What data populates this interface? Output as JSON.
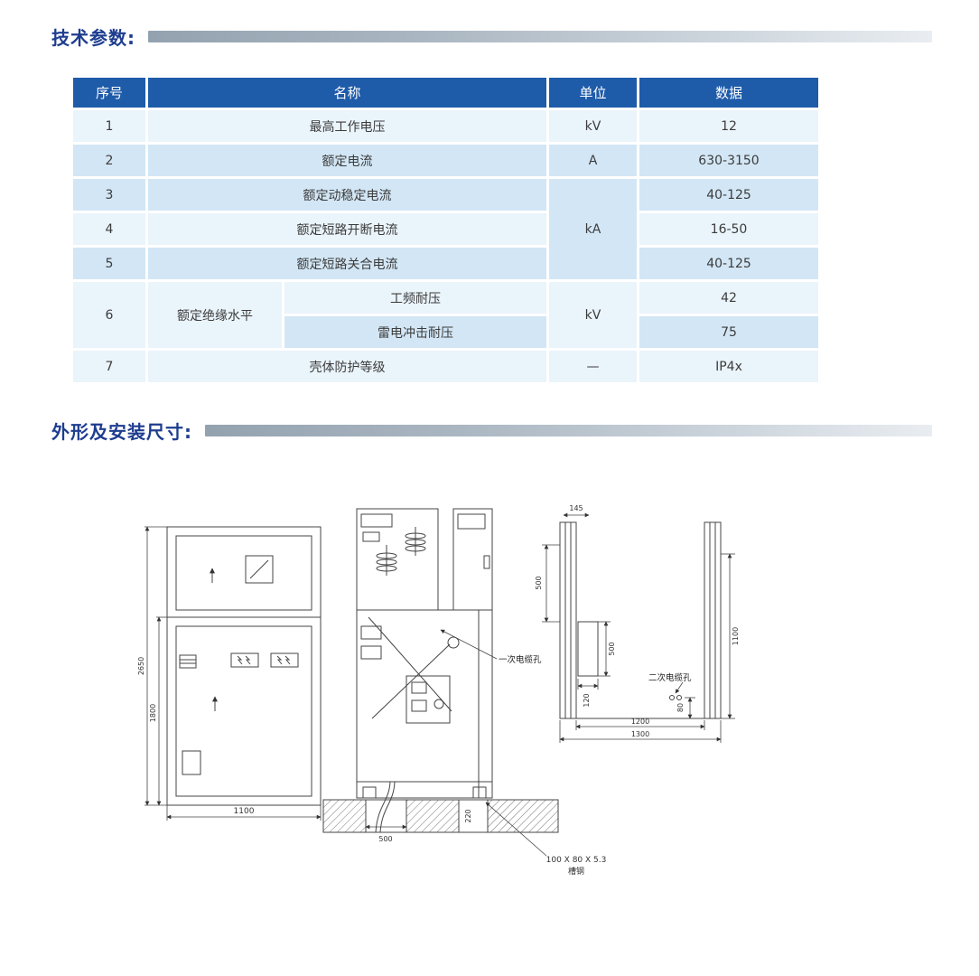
{
  "page": {
    "section1_title": "技术参数:",
    "section2_title": "外形及安装尺寸:"
  },
  "table": {
    "headers": {
      "no": "序号",
      "name": "名称",
      "unit": "单位",
      "data": "数据"
    },
    "rows": {
      "r1": {
        "no": "1",
        "name": "最高工作电压",
        "unit": "kV",
        "data": "12"
      },
      "r2": {
        "no": "2",
        "name": "额定电流",
        "unit": "A",
        "data": "630-3150"
      },
      "r3": {
        "no": "3",
        "name": "额定动稳定电流",
        "unit": "kA",
        "data": "40-125"
      },
      "r4": {
        "no": "4",
        "name": "额定短路开断电流",
        "data": "16-50"
      },
      "r5": {
        "no": "5",
        "name": "额定短路关合电流",
        "data": "40-125"
      },
      "r6": {
        "no": "6",
        "name": "额定绝缘水平",
        "sub1": "工频耐压",
        "sub2": "雷电冲击耐压",
        "unit": "kV",
        "data1": "42",
        "data2": "75"
      },
      "r7": {
        "no": "7",
        "name": "壳体防护等级",
        "unit": "—",
        "data": "IP4x"
      }
    }
  },
  "drawing": {
    "front": {
      "dim_total_height": "2650",
      "dim_lower_height": "1800",
      "dim_width": "1100"
    },
    "side": {
      "dim_trench_width": "500",
      "dim_trench2": "220"
    },
    "plan": {
      "dim_offset": "145",
      "dim_left": "500",
      "dim_hole_height": "500",
      "dim_hole_width": "120",
      "dim_depth": "1100",
      "dim_inner": "1200",
      "dim_outer": "1300",
      "dim_small": "80",
      "primary_hole_label": "一次电缆孔",
      "secondary_hole_label": "二次电缆孔"
    },
    "channel_note_line1": "100 X 80 X 5.3",
    "channel_note_line2": "槽钢"
  },
  "colors": {
    "accent_blue": "#1e5ba9",
    "title_blue": "#1e3d8f",
    "row_light": "#eaf4fb",
    "row_medium": "#d2e6f5"
  }
}
